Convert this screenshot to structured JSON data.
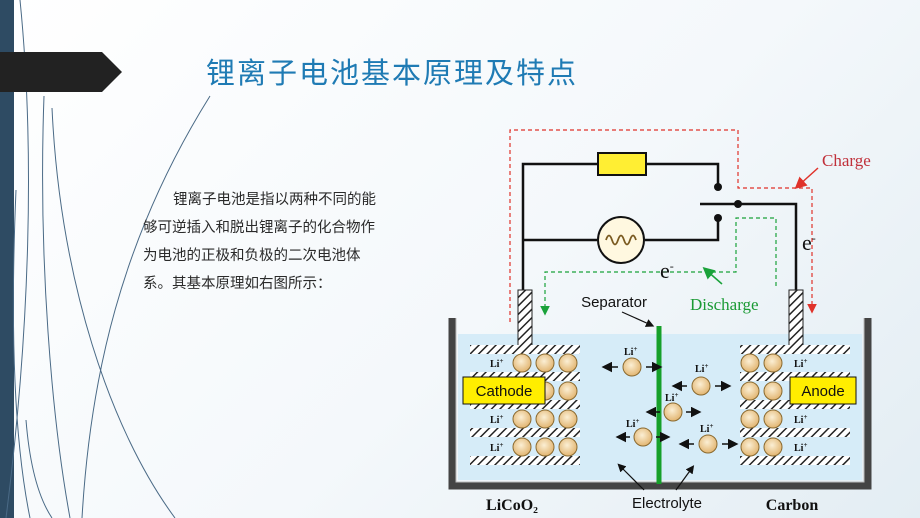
{
  "slide": {
    "title": "锂离子电池基本原理及特点",
    "body": "锂离子电池是指以两种不同的能够可逆插入和脱出锂离子的化合物作为电池的正极和负极的二次电池体系。其基本原理如右图所示："
  },
  "diagram": {
    "charge_label": "Charge",
    "discharge_label": "Discharge",
    "electron_label": "e",
    "electron_sup": "-",
    "separator_label": "Separator",
    "cathode_label": "Cathode",
    "anode_label": "Anode",
    "electrolyte_label": "Electrolyte",
    "cathode_material": "LiCoO₂",
    "anode_material": "Carbon",
    "ion_label": "Li",
    "ion_sup": "+",
    "colors": {
      "electrolyte": "#d6ecf8",
      "separator": "#16a02a",
      "label_box": "#ffee00",
      "charge_path": "#e0322a",
      "discharge_path": "#1aa23a",
      "ion": "#f3d9a8"
    }
  }
}
